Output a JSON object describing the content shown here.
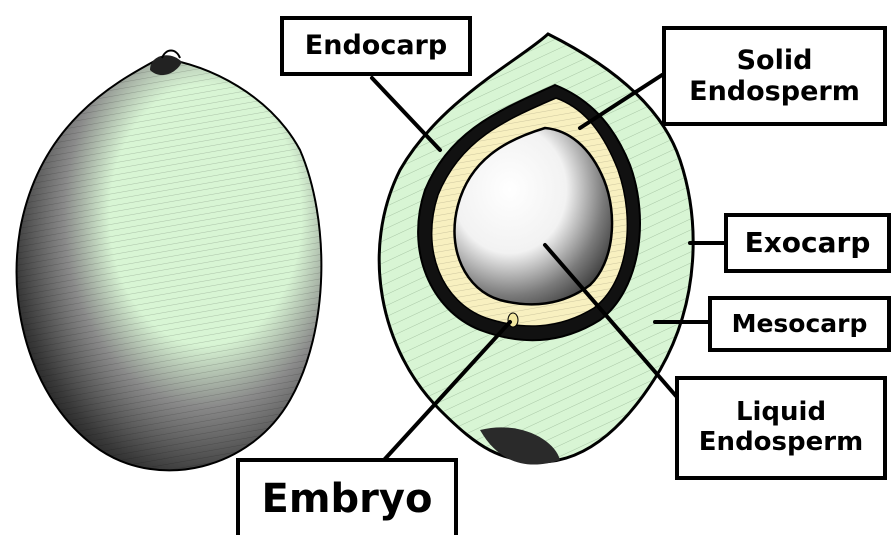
{
  "colors": {
    "flesh": "#d8f5d4",
    "endocarp": "#f8f0c0",
    "line": "#000000",
    "background": "#ffffff"
  },
  "labels": {
    "endocarp": "Endocarp",
    "solid_endosperm_line1": "Solid",
    "solid_endosperm_line2": "Endosperm",
    "exocarp": "Exocarp",
    "mesocarp": "Mesocarp",
    "liquid_endosperm_line1": "Liquid",
    "liquid_endosperm_line2": "Endosperm",
    "embryo": "Embryo"
  }
}
